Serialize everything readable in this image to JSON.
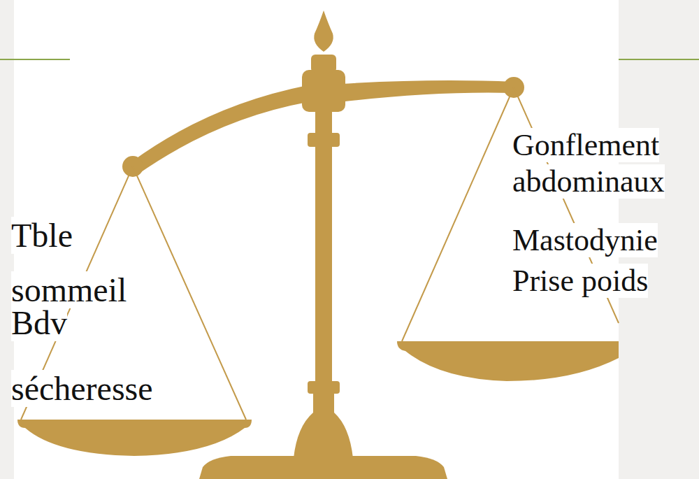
{
  "diagram": {
    "labels": [
      "Tble sommeil",
      "Bdv",
      "sécheresse",
      "Gonflement abdominaux",
      "Mastodynie",
      "Prise poids"
    ]
  }
}
